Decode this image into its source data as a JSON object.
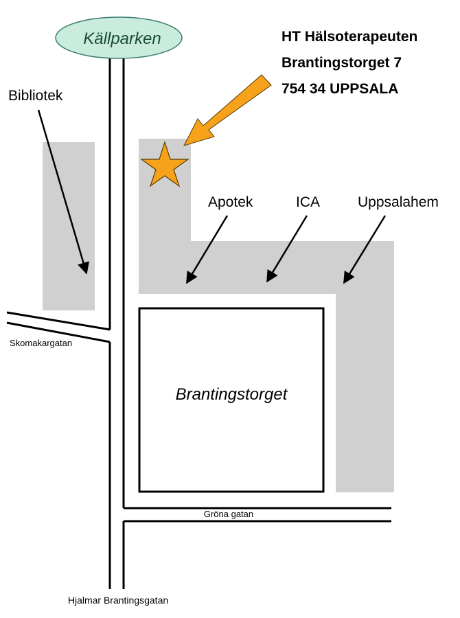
{
  "park": {
    "label": "Källparken",
    "fill": "#c9ecdc",
    "stroke": "#3a7a72",
    "text_color": "#1a4a3c"
  },
  "address": {
    "name": "HT Hälsoterapeuten",
    "street": "Brantingstorget 7",
    "postal": "754 34 UPPSALA"
  },
  "landmarks": {
    "library": "Bibliotek",
    "pharmacy": "Apotek",
    "grocery": "ICA",
    "department_store": "Uppsalahem"
  },
  "square": {
    "label": "Brantingstorget"
  },
  "streets": {
    "skomakargatan": "Skomakargatan",
    "grona_gatan": "Gröna gatan",
    "hjalmar_brantingsgatan": "Hjalmar Brantingsgatan"
  },
  "colors": {
    "building": "#d0d0d0",
    "marker": "#f7a21b",
    "marker_stroke": "#5a3a00",
    "road": "#000000"
  },
  "icons": {
    "location_marker": "star-icon",
    "pointer": "arrow-icon"
  }
}
